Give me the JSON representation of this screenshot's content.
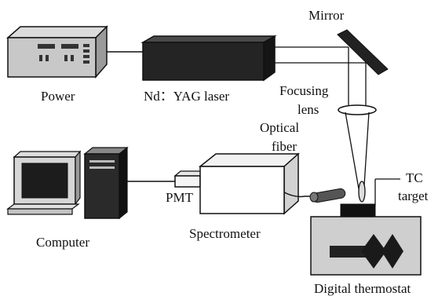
{
  "labels": {
    "mirror": "Mirror",
    "power": "Power",
    "laser": "Nd：YAG laser",
    "focusing_lens_line1": "Focusing",
    "focusing_lens_line2": "lens",
    "optical_fiber_line1": "Optical",
    "optical_fiber_line2": "fiber",
    "pmt": "PMT",
    "tc_target_line1": "TC",
    "tc_target_line2": "target",
    "computer": "Computer",
    "spectrometer": "Spectrometer",
    "digital_thermostat": "Digital thermostat"
  },
  "colors": {
    "line": "#111111",
    "laser_body": "#222222",
    "laser_top": "#444444",
    "panel_gray": "#cfcfcf",
    "panel_dark": "#8f8f8f",
    "screen": "#1a1a1a",
    "white": "#ffffff"
  }
}
